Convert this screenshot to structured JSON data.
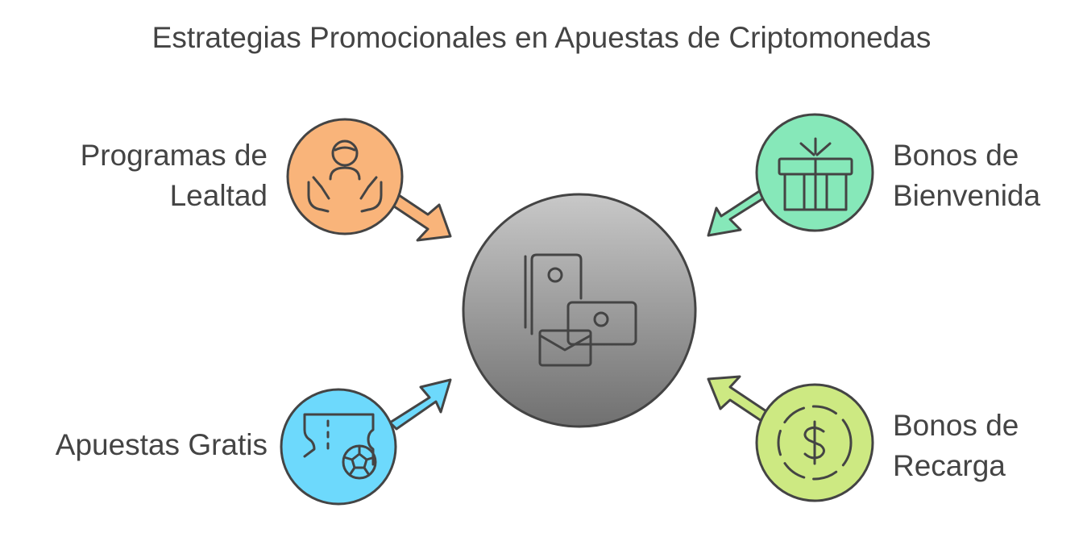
{
  "title": "Estrategias Promocionales en Apuestas de Criptomonedas",
  "colors": {
    "loyalty": "#F9B47A",
    "welcome": "#86E8B9",
    "free_bets": "#6DD9FC",
    "recharge": "#CDE982",
    "center_top": "#C8C8C8",
    "center_bottom": "#707070",
    "stroke": "#444444"
  },
  "items": {
    "loyalty": {
      "line1": "Programas de",
      "line2": "Lealtad",
      "icon": "hands-person-icon"
    },
    "welcome": {
      "line1": "Bonos de",
      "line2": "Bienvenida",
      "icon": "gift-box-icon"
    },
    "free_bets": {
      "line1": "Apuestas Gratis",
      "icon": "ticket-soccer-ball-icon"
    },
    "recharge": {
      "line1": "Bonos de",
      "line2": "Recarga",
      "icon": "dollar-coin-icon"
    },
    "center": {
      "icon": "payment-cards-envelope-icon"
    }
  }
}
